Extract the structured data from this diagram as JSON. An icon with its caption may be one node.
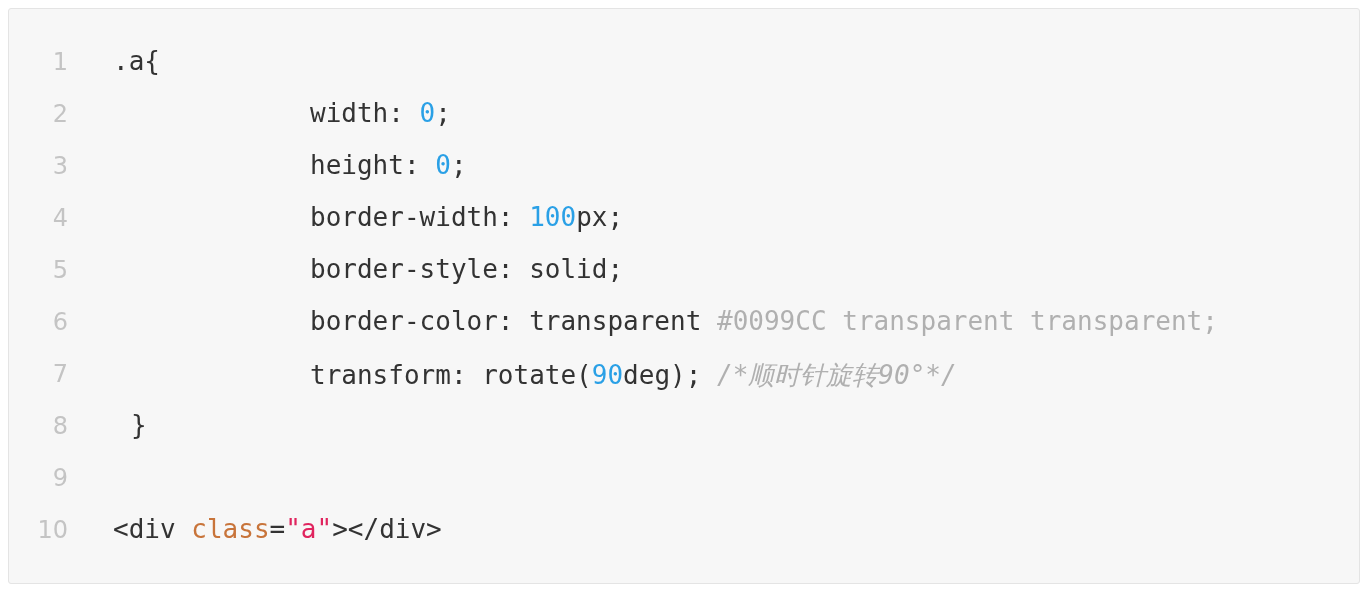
{
  "diagram": {
    "labels": [
      "1",
      ".a{",
      "2",
      "width: 0;",
      "3",
      "height: 0;",
      "4",
      "border-width: 100px;",
      "5",
      "border-style: solid;",
      "6",
      "border-color: transparent",
      "#0099CC transparent transparent;",
      "7",
      "transform: rotate(90deg);",
      "/*顺时针旋转90°*/",
      "8",
      "}",
      "9",
      "10",
      "<div class=\"a\"></div>"
    ]
  }
}
